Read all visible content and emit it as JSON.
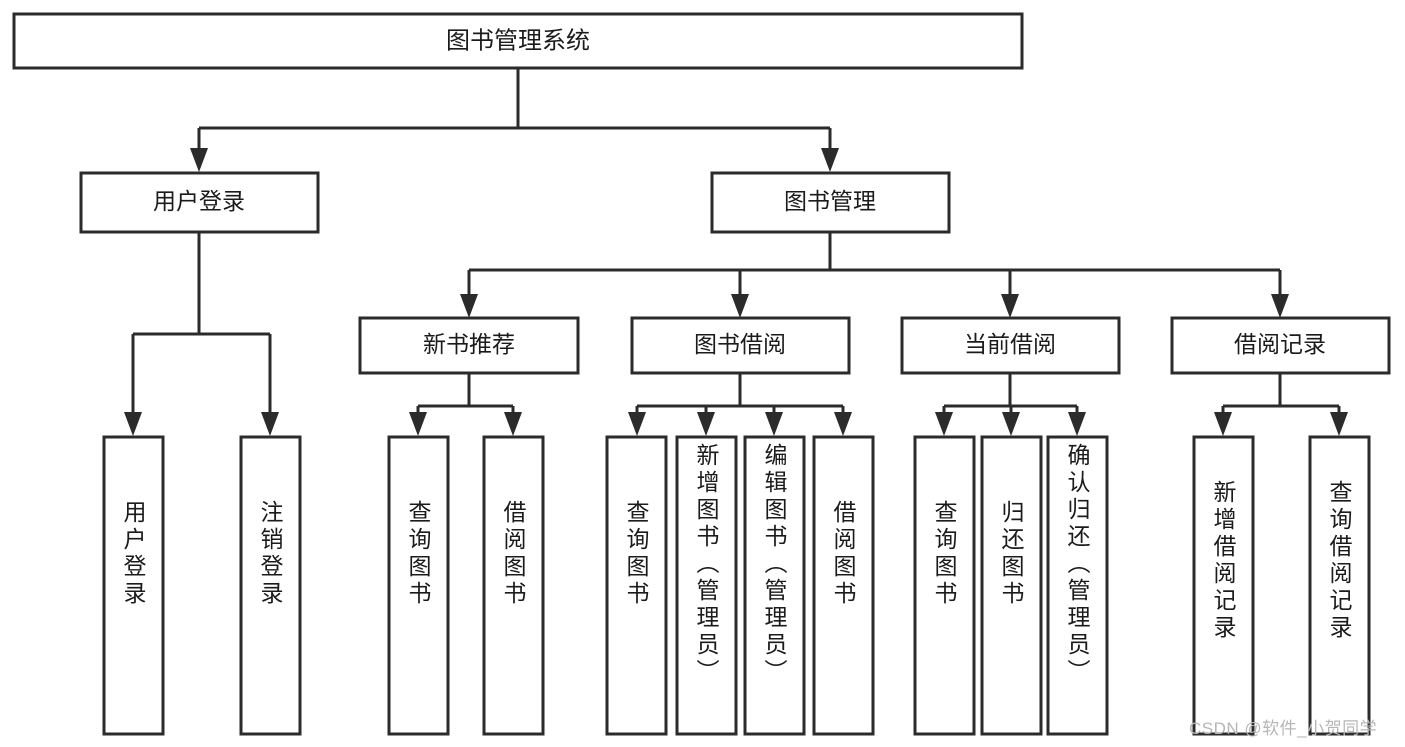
{
  "diagram": {
    "type": "tree-hierarchy",
    "title": "图书管理系统",
    "watermark": "CSDN @软件_小贺同学",
    "colors": {
      "stroke": "#2b2b2b",
      "box_fill": "#ffffff",
      "text": "#1b1b1b",
      "background": "#ffffff",
      "watermark": "#b6b6b6"
    },
    "root": {
      "id": "root",
      "label": "图书管理系统",
      "orientation": "horizontal"
    },
    "level2": [
      {
        "id": "user-login",
        "label": "用户登录",
        "orientation": "horizontal"
      },
      {
        "id": "book-manage",
        "label": "图书管理",
        "orientation": "horizontal"
      }
    ],
    "level3": [
      {
        "id": "new-book-recommend",
        "label": "新书推荐",
        "orientation": "horizontal",
        "parent": "book-manage"
      },
      {
        "id": "book-borrow",
        "label": "图书借阅",
        "orientation": "horizontal",
        "parent": "book-manage"
      },
      {
        "id": "current-borrow",
        "label": "当前借阅",
        "orientation": "horizontal",
        "parent": "book-manage"
      },
      {
        "id": "borrow-record",
        "label": "借阅记录",
        "orientation": "horizontal",
        "parent": "book-manage"
      }
    ],
    "leaves": [
      {
        "id": "leaf-user-login",
        "label": "用户登录",
        "parent": "user-login",
        "align": "bottom"
      },
      {
        "id": "leaf-logout",
        "label": "注销登录",
        "parent": "user-login",
        "align": "bottom"
      },
      {
        "id": "leaf-query-book-1",
        "label": "查询图书",
        "parent": "new-book-recommend",
        "align": "middle"
      },
      {
        "id": "leaf-borrow-book-1",
        "label": "借阅图书",
        "parent": "new-book-recommend",
        "align": "middle"
      },
      {
        "id": "leaf-query-book-2",
        "label": "查询图书",
        "parent": "book-borrow",
        "align": "middle"
      },
      {
        "id": "leaf-add-book",
        "label": "新增图书（管理员）",
        "parent": "book-borrow",
        "align": "top"
      },
      {
        "id": "leaf-edit-book",
        "label": "编辑图书（管理员）",
        "parent": "book-borrow",
        "align": "top"
      },
      {
        "id": "leaf-borrow-book-2",
        "label": "借阅图书",
        "parent": "book-borrow",
        "align": "middle"
      },
      {
        "id": "leaf-query-book-3",
        "label": "查询图书",
        "parent": "current-borrow",
        "align": "middle"
      },
      {
        "id": "leaf-return-book",
        "label": "归还图书",
        "parent": "current-borrow",
        "align": "middle"
      },
      {
        "id": "leaf-confirm-return",
        "label": "确认归还（管理员）",
        "parent": "current-borrow",
        "align": "top"
      },
      {
        "id": "leaf-add-record",
        "label": "新增借阅记录",
        "parent": "borrow-record",
        "align": "middle"
      },
      {
        "id": "leaf-query-record",
        "label": "查询借阅记录",
        "parent": "borrow-record",
        "align": "middle"
      }
    ]
  }
}
